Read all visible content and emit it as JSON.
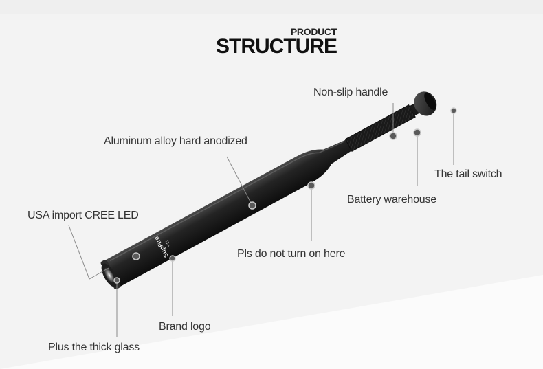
{
  "header": {
    "title_small": "PRODUCT",
    "title_big": "STRUCTURE"
  },
  "product": {
    "brand_text": "SupFire",
    "model_text": "Y11"
  },
  "callouts": {
    "non_slip_handle": "Non-slip handle",
    "aluminum_alloy": "Aluminum alloy hard anodized",
    "tail_switch": "The tail switch",
    "battery_warehouse": "Battery warehouse",
    "cree_led": "USA import CREE LED",
    "no_turn": "Pls do not turn on here",
    "brand_logo": "Brand logo",
    "thick_glass": "Plus the thick glass"
  },
  "colors": {
    "background": "#f3f3f3",
    "body": "#1c1c1c",
    "lines": "#888888"
  }
}
